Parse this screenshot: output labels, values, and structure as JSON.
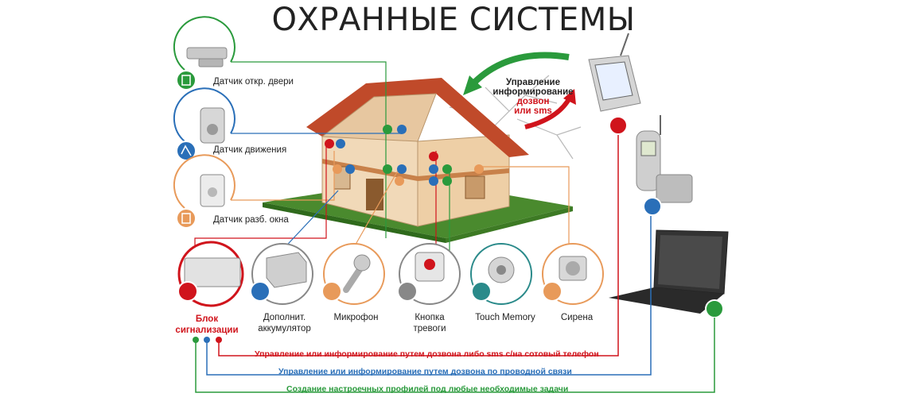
{
  "title": "ОХРАННЫЕ СИСТЕМЫ",
  "colors": {
    "green": "#2a9a3c",
    "blue": "#2a6fb8",
    "red": "#d0141c",
    "orange": "#e89a5a",
    "gray": "#888888"
  },
  "sensors": {
    "door": "Датчик откр. двери",
    "motion": "Датчик движения",
    "window": "Датчик разб. окна"
  },
  "devices": {
    "alarm_unit": {
      "line1": "Блок",
      "line2": "сигнализации"
    },
    "battery": {
      "line1": "Дополнит.",
      "line2": "аккумулятор"
    },
    "microphone": "Микрофон",
    "panic_button": {
      "line1": "Кнопка",
      "line2": "тревоги"
    },
    "touch_memory": "Touch Memory",
    "siren": "Сирена"
  },
  "management": {
    "line1": "Управление",
    "line2": "информирование",
    "line3": "дозвон",
    "line4": "или sms"
  },
  "legend": {
    "red": "Управление или информирование путем дозвона либо sms с/на сотовый телефон",
    "blue": "Управление или информирование путем дозвона по проводной связи",
    "green": "Создание настроечных профилей под любые необходимые задачи"
  }
}
